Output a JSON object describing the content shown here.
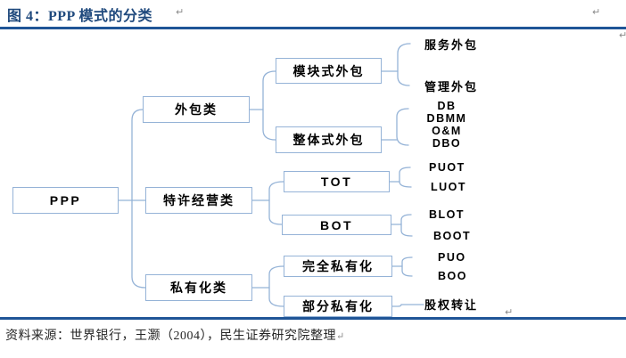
{
  "header": {
    "title": "图 4：PPP 模式的分类"
  },
  "marks": {
    "return": "↵"
  },
  "colors": {
    "title": "#1F497D",
    "rule": "#1F5597",
    "box_border": "#95B3D7",
    "connector": "#95B3D7",
    "text": "#000000",
    "source_text": "#262626"
  },
  "tree": {
    "root": {
      "label": "PPP"
    },
    "branches": [
      {
        "label": "外包类",
        "children": [
          {
            "label": "模块式外包",
            "leaves": [
              "服务外包",
              "管理外包"
            ]
          },
          {
            "label": "整体式外包",
            "leaves": [
              "DB",
              "DBMM",
              "O&M",
              "DBO"
            ]
          }
        ]
      },
      {
        "label": "特许经营类",
        "children": [
          {
            "label": "TOT",
            "leaves": [
              "PUOT",
              "LUOT"
            ]
          },
          {
            "label": "BOT",
            "leaves": [
              "BLOT",
              "BOOT"
            ]
          }
        ]
      },
      {
        "label": "私有化类",
        "children": [
          {
            "label": "完全私有化",
            "leaves": [
              "PUO",
              "BOO"
            ]
          },
          {
            "label": "部分私有化",
            "leaves": [
              "股权转让"
            ]
          }
        ]
      }
    ]
  },
  "footer": {
    "source": "资料来源：世界银行，王灏（2004），民生证券研究院整理"
  }
}
